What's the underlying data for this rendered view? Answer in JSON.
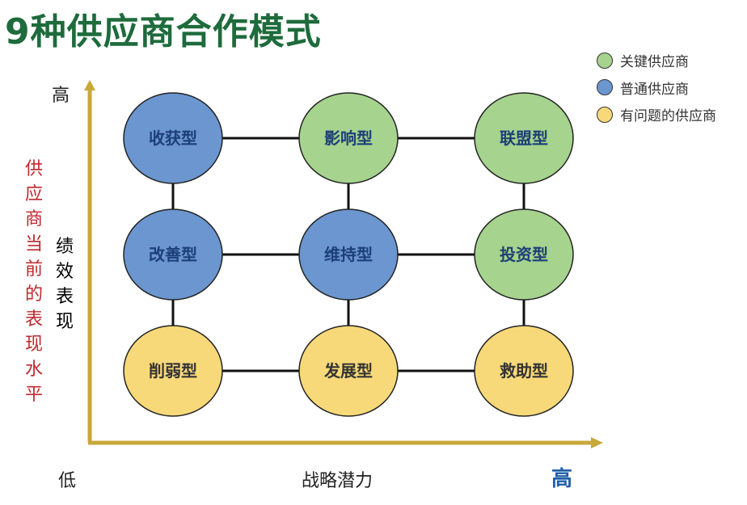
{
  "title": "9种供应商合作模式",
  "legend": [
    {
      "label": "关键供应商",
      "color": "#a6d38e"
    },
    {
      "label": "普通供应商",
      "color": "#6b96d0"
    },
    {
      "label": "有问题的供应商",
      "color": "#f7d97a"
    }
  ],
  "y_axis": {
    "high_label": "高",
    "label": "绩效表现",
    "description": "供应商当前的表现水平",
    "description_color": "#c0282d"
  },
  "x_axis": {
    "low_label": "低",
    "label": "战略潜力",
    "high_label": "高",
    "high_label_color": "#1f5ea8"
  },
  "colors": {
    "axis": "#c8a83a",
    "connector": "#111111",
    "outline": "#222222"
  },
  "grid": {
    "rows": [
      [
        {
          "label": "收获型",
          "category": "普通供应商"
        },
        {
          "label": "影响型",
          "category": "关键供应商"
        },
        {
          "label": "联盟型",
          "category": "关键供应商"
        }
      ],
      [
        {
          "label": "改善型",
          "category": "普通供应商"
        },
        {
          "label": "维持型",
          "category": "普通供应商"
        },
        {
          "label": "投资型",
          "category": "关键供应商"
        }
      ],
      [
        {
          "label": "削弱型",
          "category": "有问题的供应商"
        },
        {
          "label": "发展型",
          "category": "有问题的供应商"
        },
        {
          "label": "救助型",
          "category": "有问题的供应商"
        }
      ]
    ]
  }
}
